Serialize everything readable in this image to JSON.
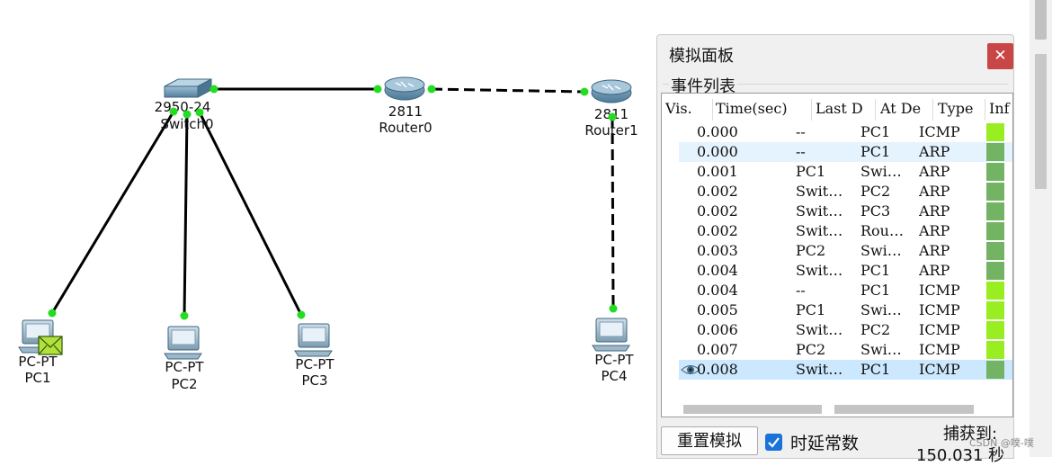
{
  "devices": [
    {
      "id": "switch0",
      "model": "2950-24",
      "name": "Switch0",
      "kind": "switch"
    },
    {
      "id": "router0",
      "model": "2811",
      "name": "Router0",
      "kind": "router"
    },
    {
      "id": "router1",
      "model": "2811",
      "name": "Router1",
      "kind": "router"
    },
    {
      "id": "pc1",
      "model": "PC-PT",
      "name": "PC1",
      "kind": "pc",
      "has_envelope": true
    },
    {
      "id": "pc2",
      "model": "PC-PT",
      "name": "PC2",
      "kind": "pc"
    },
    {
      "id": "pc3",
      "model": "PC-PT",
      "name": "PC3",
      "kind": "pc"
    },
    {
      "id": "pc4",
      "model": "PC-PT",
      "name": "PC4",
      "kind": "pc"
    }
  ],
  "panel": {
    "title": "模拟面板",
    "close_glyph": "✕",
    "event_list_label": "事件列表",
    "columns": [
      "Vis.",
      "Time(sec)",
      "Last D",
      "At De",
      "Type",
      "Inf"
    ],
    "rows": [
      {
        "time": "0.000",
        "last": "--",
        "at": "PC1",
        "type": "ICMP",
        "info_color": "#99ee22",
        "vis": false
      },
      {
        "time": "0.000",
        "last": "--",
        "at": "PC1",
        "type": "ARP",
        "info_color": "#72b464",
        "vis": false
      },
      {
        "time": "0.001",
        "last": "PC1",
        "at": "Swi…",
        "type": "ARP",
        "info_color": "#72b464",
        "vis": false
      },
      {
        "time": "0.002",
        "last": "Swit…",
        "at": "PC2",
        "type": "ARP",
        "info_color": "#72b464",
        "vis": false
      },
      {
        "time": "0.002",
        "last": "Swit…",
        "at": "PC3",
        "type": "ARP",
        "info_color": "#72b464",
        "vis": false
      },
      {
        "time": "0.002",
        "last": "Swit…",
        "at": "Rou…",
        "type": "ARP",
        "info_color": "#72b464",
        "vis": false
      },
      {
        "time": "0.003",
        "last": "PC2",
        "at": "Swi…",
        "type": "ARP",
        "info_color": "#72b464",
        "vis": false
      },
      {
        "time": "0.004",
        "last": "Swit…",
        "at": "PC1",
        "type": "ARP",
        "info_color": "#72b464",
        "vis": false
      },
      {
        "time": "0.004",
        "last": "--",
        "at": "PC1",
        "type": "ICMP",
        "info_color": "#99ee22",
        "vis": false
      },
      {
        "time": "0.005",
        "last": "PC1",
        "at": "Swi…",
        "type": "ICMP",
        "info_color": "#99ee22",
        "vis": false
      },
      {
        "time": "0.006",
        "last": "Swit…",
        "at": "PC2",
        "type": "ICMP",
        "info_color": "#99ee22",
        "vis": false
      },
      {
        "time": "0.007",
        "last": "PC2",
        "at": "Swi…",
        "type": "ICMP",
        "info_color": "#99ee22",
        "vis": false
      },
      {
        "time": "0.008",
        "last": "Swit…",
        "at": "PC1",
        "type": "ICMP",
        "info_color": "#72b464",
        "vis": true
      }
    ],
    "selected_row": 12,
    "alt_row": 1,
    "reset_button": "重置模拟",
    "constant_delay_label": "时延常数",
    "constant_delay_checked": true,
    "capture_label": "捕获到:",
    "capture_value": "150.031 秒"
  },
  "watermark": "CSDN @噗-噗",
  "colors": {
    "link": "#000000",
    "port_up": "#22dd22",
    "close_button": "#c94646",
    "selected_row": "#cce8ff",
    "checkbox": "#1a73d8"
  }
}
